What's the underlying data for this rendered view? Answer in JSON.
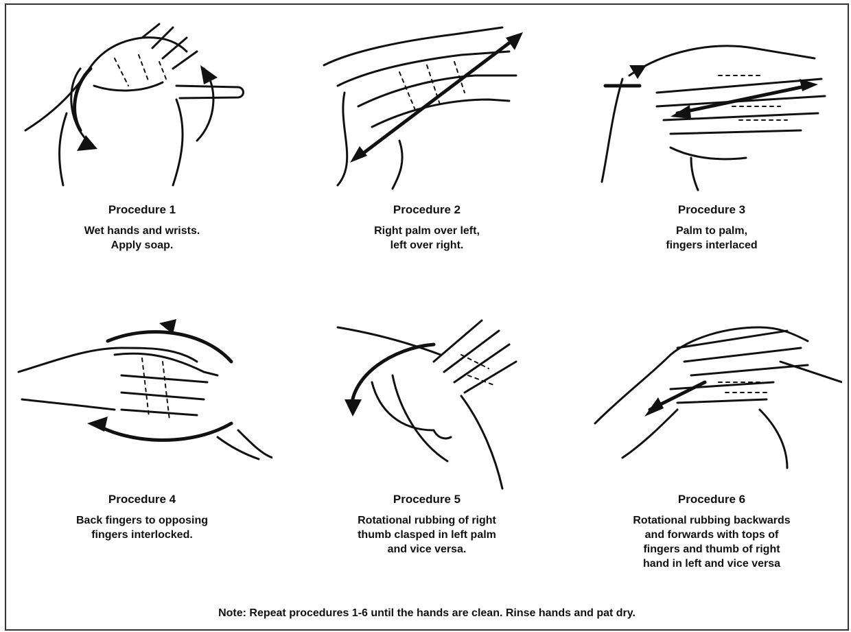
{
  "procedures": [
    {
      "title": "Procedure 1",
      "desc_lines": [
        "Wet hands and wrists.",
        "Apply soap."
      ],
      "illustration": "hands-rubbing-circular-icon"
    },
    {
      "title": "Procedure 2",
      "desc_lines": [
        "Right palm over left,",
        "left over right."
      ],
      "illustration": "palm-over-back-of-hand-icon"
    },
    {
      "title": "Procedure 3",
      "desc_lines": [
        "Palm to palm,",
        "fingers interlaced"
      ],
      "illustration": "palm-to-palm-interlaced-icon"
    },
    {
      "title": "Procedure 4",
      "desc_lines": [
        "Back fingers to opposing",
        "fingers interlocked."
      ],
      "illustration": "back-fingers-interlocked-icon"
    },
    {
      "title": "Procedure 5",
      "desc_lines": [
        "Rotational rubbing of right",
        "thumb clasped in left palm",
        "and vice versa."
      ],
      "illustration": "thumb-rotational-rubbing-icon"
    },
    {
      "title": "Procedure 6",
      "desc_lines": [
        "Rotational rubbing backwards",
        "and forwards with tops of",
        "fingers and thumb of right",
        "hand in left and vice versa"
      ],
      "illustration": "fingertips-in-palm-icon"
    }
  ],
  "note": "Note: Repeat procedures 1-6 until the hands are clean. Rinse hands and pat dry."
}
